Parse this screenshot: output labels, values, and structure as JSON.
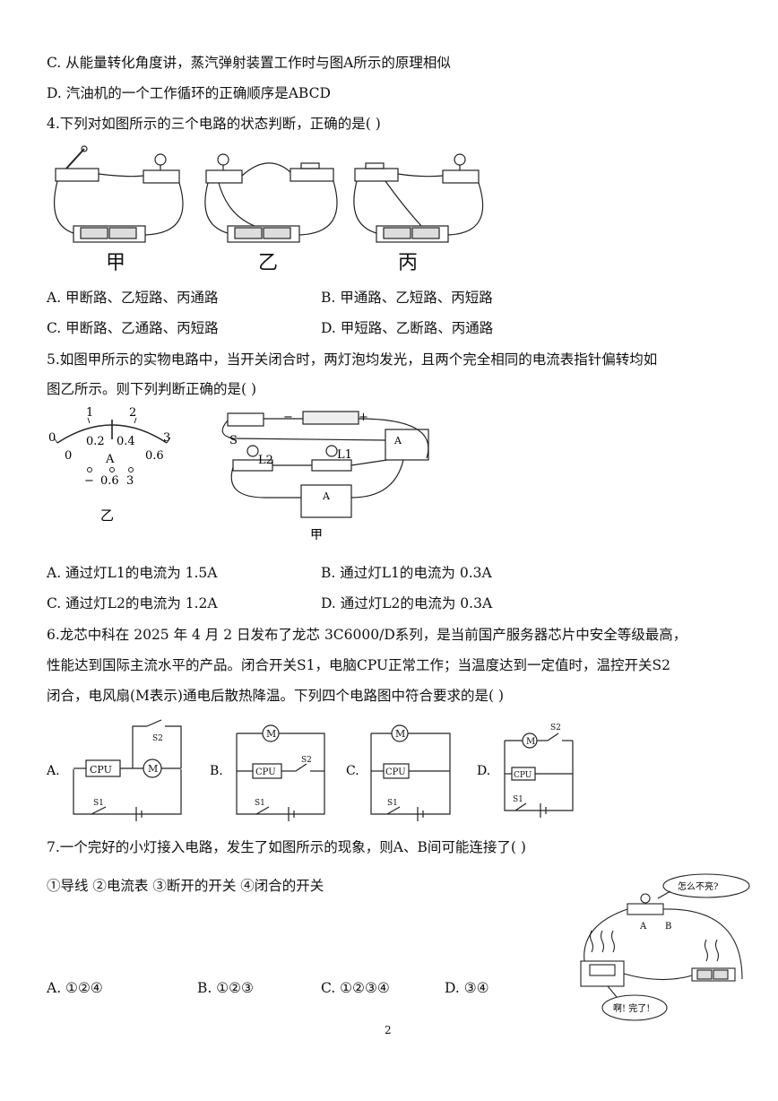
{
  "q3": {
    "opt_c": "C.  从能量转化角度讲，蒸汽弹射装置工作时与图A所示的原理相似",
    "opt_d": "D.  汽油机的一个工作循环的正确顺序是ABCD"
  },
  "q4": {
    "stem": "4.下列对如图所示的三个电路的状态判断，正确的是(              )",
    "fig_labels": [
      "甲",
      "乙",
      "丙"
    ],
    "options": [
      "A.  甲断路、乙短路、丙通路",
      "B.  甲通路、乙短路、丙短路",
      "C.  甲断路、乙通路、丙短路",
      "D.  甲短路、乙断路、丙通路"
    ]
  },
  "q5": {
    "stem_1": "5.如图甲所示的实物电路中，当开关闭合时，两灯泡均发光，且两个完全相同的电流表指针偏转均如",
    "stem_2": "图乙所示。则下列判断正确的是(              )",
    "meter": {
      "top_ticks": [
        "0",
        "1",
        "2",
        "3"
      ],
      "inner_ticks": [
        "0.2",
        "0.4"
      ],
      "bottom_ticks": [
        "0",
        "0.6"
      ],
      "unit": "A",
      "terminals": [
        "−",
        "0.6",
        "3"
      ],
      "fig_label": "乙"
    },
    "circuit": {
      "switch": "S",
      "lamp1": "L1",
      "lamp2": "L2",
      "minus": "−",
      "plus": "+",
      "meter": "A",
      "fig_label": "甲"
    },
    "options": [
      "A.  通过灯L1的电流为 1.5A",
      "B.  通过灯L1的电流为 0.3A",
      "C.  通过灯L2的电流为 1.2A",
      "D.  通过灯L2的电流为 0.3A"
    ]
  },
  "q6": {
    "stem_1": "6.龙芯中科在 2025 年 4 月 2 日发布了龙芯 3C6000/D系列，是当前国产服务器芯片中安全等级最高，",
    "stem_2": "性能达到国际主流水平的产品。闭合开关S1，电脑CPU正常工作；当温度达到一定值时，温控开关S2",
    "stem_3": "闭合，电风扇(M表示)通电后散热降温。下列四个电路图中符合要求的是(              )",
    "option_letters": [
      "A.",
      "B.",
      "C.",
      "D."
    ],
    "cpu": "CPU",
    "motor": "M",
    "s1": "S1",
    "s2": "S2"
  },
  "q7": {
    "stem": "7.一个完好的小灯接入电路，发生了如图所示的现象，则A、B间可能连接了(              )",
    "items": "①导线   ②电流表   ③断开的开关   ④闭合的开关",
    "bubble_top": "怎么不亮?",
    "bubble_bottom": "啊! 完了!",
    "point_a": "A",
    "point_b": "B",
    "options": [
      "A.  ①②④",
      "B.  ①②③",
      "C.  ①②③④",
      "D.  ③④"
    ]
  },
  "page_number": "2"
}
